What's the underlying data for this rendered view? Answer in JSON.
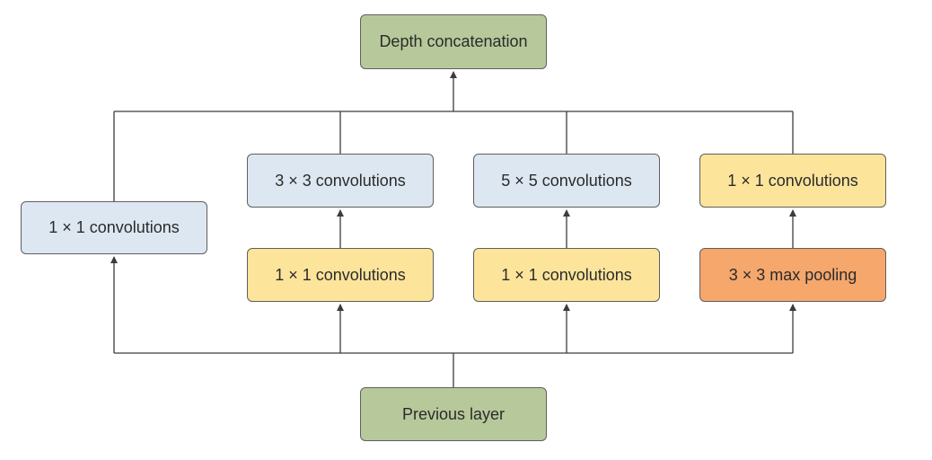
{
  "nodes": {
    "depth_concat": {
      "label": "Depth concatenation",
      "fill": "#b7c99a"
    },
    "branch1_conv1x1": {
      "label": "1 × 1 convolutions",
      "fill": "#dde7f1"
    },
    "branch2_conv3x3": {
      "label": "3 × 3 convolutions",
      "fill": "#dde7f1"
    },
    "branch2_reduce1x1": {
      "label": "1 × 1 convolutions",
      "fill": "#fde49b"
    },
    "branch3_conv5x5": {
      "label": "5 × 5 convolutions",
      "fill": "#dde7f1"
    },
    "branch3_reduce1x1": {
      "label": "1 × 1 convolutions",
      "fill": "#fde49b"
    },
    "branch4_conv1x1": {
      "label": "1 × 1 convolutions",
      "fill": "#fde49b"
    },
    "branch4_maxpool": {
      "label": "3 × 3 max pooling",
      "fill": "#f5a76c"
    },
    "previous_layer": {
      "label": "Previous layer",
      "fill": "#b7c99a"
    }
  },
  "colors": {
    "line": "#3c3c3c",
    "border": "#5f5f5f",
    "text": "#2b2b2b"
  }
}
